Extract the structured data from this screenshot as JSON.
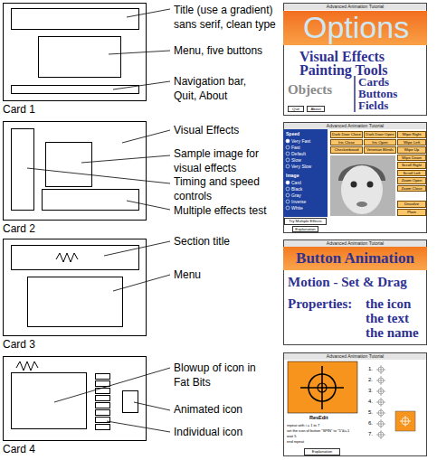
{
  "diagram": {
    "nodes": [
      {
        "text": [
          "Card 1"
        ]
      },
      {
        "text": [
          "Advanced Animation Tutorial",
          "Visual Effects",
          "Painting Tools",
          "Objects",
          "Cards",
          "Buttons",
          "Fields"
        ]
      },
      {
        "text": [
          "Options"
        ],
        "in": 1
      },
      {
        "text": [
          "Quit"
        ],
        "in": 1
      },
      {
        "text": [
          "About"
        ],
        "in": 1
      },
      {
        "text": [
          "Card 2"
        ]
      },
      {
        "text": [
          "Advanced Animation Tutorial"
        ]
      },
      {
        "text": [
          "Speed",
          "Very Fast",
          "Fast",
          "Default",
          "Slow",
          "Very Slow",
          "Image",
          "Card",
          "Black",
          "Gray",
          "Inverse",
          "White"
        ],
        "in": 6
      },
      {
        "text": [
          "Dark Door Close"
        ],
        "in": 6
      },
      {
        "text": [
          "Dark Door Open"
        ],
        "in": 6
      },
      {
        "text": [
          "Wipe Right"
        ],
        "in": 6
      },
      {
        "text": [
          "Iris Close"
        ],
        "in": 6
      },
      {
        "text": [
          "Iris Open"
        ],
        "in": 6
      },
      {
        "text": [
          "Wipe Left"
        ],
        "in": 6
      },
      {
        "text": [
          "Checkerboard"
        ],
        "in": 6
      },
      {
        "text": [
          "Venetian Blinds"
        ],
        "in": 6
      },
      {
        "text": [
          "Wipe Up"
        ],
        "in": 6
      },
      {
        "text": [
          "Wipe Down"
        ],
        "in": 6
      },
      {
        "text": [
          "Scroll Right"
        ],
        "in": 6
      },
      {
        "text": [
          "Scroll Left"
        ],
        "in": 6
      },
      {
        "text": [
          "Zoom Open"
        ],
        "in": 6
      },
      {
        "text": [
          "Zoom Close"
        ],
        "in": 6
      },
      {
        "text": [
          "Dissolve"
        ],
        "in": 6
      },
      {
        "text": [
          "Plain"
        ],
        "in": 6
      },
      {
        "text": [
          "Try Multiple Effects"
        ],
        "in": 6
      },
      {
        "text": [
          "Explanation"
        ],
        "in": 6
      },
      {
        "text": [
          "Card 3"
        ]
      },
      {
        "text": [
          "Advanced Animation Tutorial",
          "Motion - Set & Drag",
          "Properties:",
          "the icon",
          "the text",
          "the name"
        ]
      },
      {
        "text": [
          "Button Animation"
        ],
        "in": 27
      },
      {
        "text": [
          "Card 4"
        ]
      },
      {
        "text": [
          "Advanced Animation Tutorial",
          "ResEdit",
          "repeat with i = 1 to 7",
          "set the icon of button \"SPIN\" to \"5\"&i+1",
          "wait 5",
          "end repeat",
          "1.",
          "2.",
          "3.",
          "4.",
          "5.",
          "6.",
          "7."
        ]
      },
      {
        "text": [
          "Explanation"
        ],
        "in": 30
      }
    ],
    "labels": [
      "Title (use a gradient) sans serif, clean type",
      "Menu, five buttons",
      "Navigation bar, Quit, About",
      "Visual Effects",
      "Sample image for visual effects",
      "Timing and speed controls",
      "Multiple effects test",
      "Section title",
      "Menu",
      "Blowup of icon in Fat Bits",
      "Animated icon",
      "Individual icon"
    ]
  }
}
